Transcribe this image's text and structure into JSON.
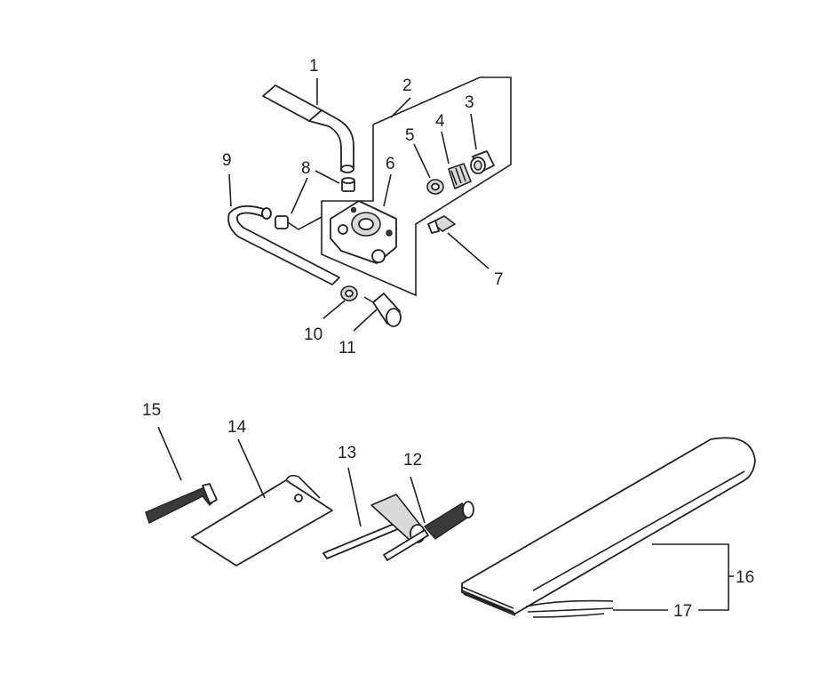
{
  "labels": {
    "p1": "1",
    "p2": "2",
    "p3": "3",
    "p4": "4",
    "p5": "5",
    "p6": "6",
    "p7": "7",
    "p8": "8",
    "p9": "9",
    "p10": "10",
    "p11": "11",
    "p12": "12",
    "p13": "13",
    "p14": "14",
    "p15": "15",
    "p16": "16",
    "p17": "17"
  },
  "colors": {
    "line": "#222222",
    "shade": "#d9d9d9",
    "background": "#ffffff"
  }
}
